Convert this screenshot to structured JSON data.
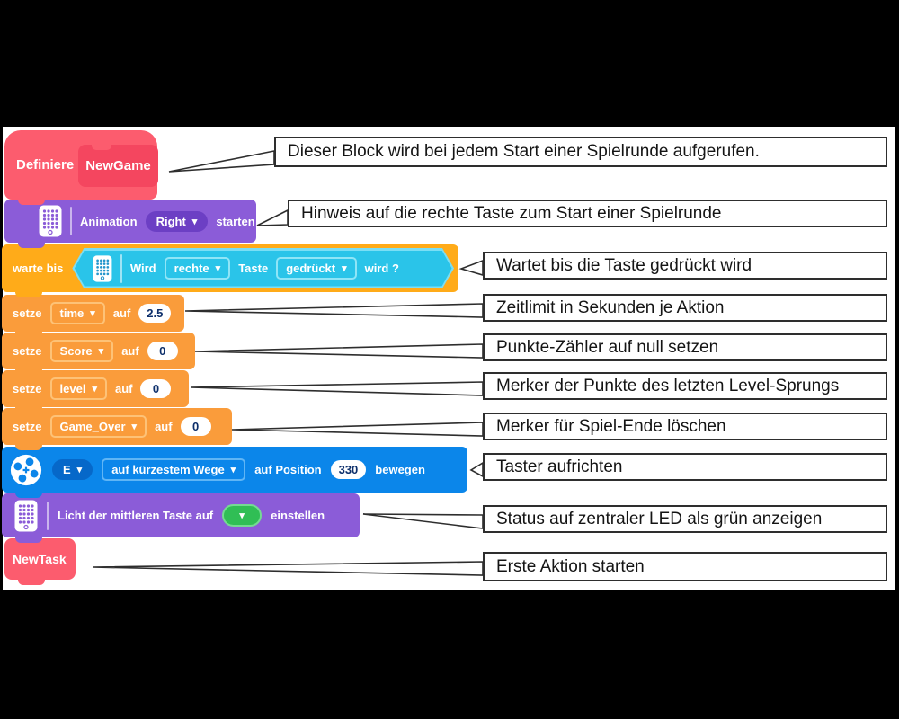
{
  "blocks": {
    "define": {
      "keyword": "Definiere",
      "name": "NewGame"
    },
    "animation": {
      "label": "Animation",
      "selection": "Right",
      "suffix": "starten"
    },
    "wait": {
      "label": "warte bis",
      "condition": {
        "prefix": "Wird",
        "button_dropdown": "rechte",
        "middle": "Taste",
        "state_dropdown": "gedrückt",
        "suffix": "wird ?"
      }
    },
    "setters": [
      {
        "keyword": "setze",
        "variable": "time",
        "preposition": "auf",
        "value": "2.5"
      },
      {
        "keyword": "setze",
        "variable": "Score",
        "preposition": "auf",
        "value": "0"
      },
      {
        "keyword": "setze",
        "variable": "level",
        "preposition": "auf",
        "value": "0"
      },
      {
        "keyword": "setze",
        "variable": "Game_Over",
        "preposition": "auf",
        "value": "0"
      }
    ],
    "motor": {
      "port": "E",
      "mode": "auf kürzestem Wege",
      "position_label": "auf Position",
      "position_value": "330",
      "suffix": "bewegen"
    },
    "light": {
      "label": "Licht der mittleren Taste auf",
      "suffix": "einstellen"
    },
    "call": {
      "name": "NewTask"
    }
  },
  "callouts": [
    {
      "text": "Dieser Block wird bei jedem Start einer Spielrunde aufgerufen."
    },
    {
      "text": "Hinweis auf die rechte Taste zum Start einer Spielrunde"
    },
    {
      "text": "Wartet bis die Taste gedrückt wird"
    },
    {
      "text": "Zeitlimit in Sekunden je Aktion"
    },
    {
      "text": "Punkte-Zähler auf null setzen"
    },
    {
      "text": "Merker der Punkte des letzten Level-Sprungs"
    },
    {
      "text": "Merker für Spiel-Ende löschen"
    },
    {
      "text": "Taster aufrichten"
    },
    {
      "text": "Status auf zentraler LED als grün anzeigen"
    },
    {
      "text": "Erste Aktion starten"
    }
  ],
  "colors": {
    "my_block_pink": "#FC5C6E",
    "my_block_pink_dark": "#F4465F",
    "hub_purple": "#8B5CD8",
    "hub_purple_dark": "#6C3FC4",
    "control_orange": "#FFAB19",
    "variable_orange": "#FA9C3B",
    "sensor_cyan": "#2AC4E9",
    "motor_blue": "#0B86EA",
    "motor_blue_dark": "#0668C9",
    "status_green": "#30BE55",
    "value_text_navy": "#0D2F6B"
  }
}
